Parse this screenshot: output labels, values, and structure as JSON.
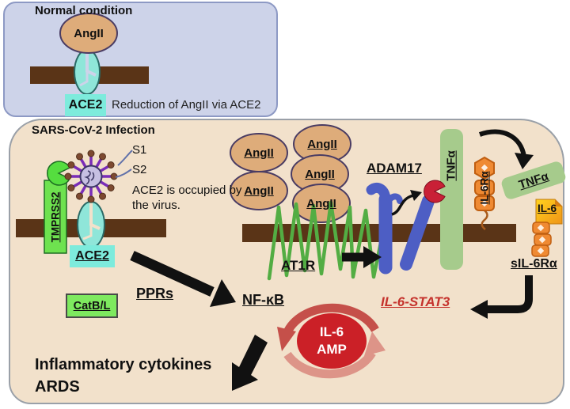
{
  "normal_panel": {
    "title": "Normal condition",
    "angii_label": "AngII",
    "ace2_label": "ACE2",
    "caption": "Reduction of AngII via ACE2"
  },
  "infection_panel": {
    "title": "SARS-CoV-2 Infection",
    "s1_label": "S1",
    "s2_label": "S2",
    "occupied_note": "ACE2 is occupied by the virus.",
    "tmprss2_label": "TMPRSS2",
    "ace2_label": "ACE2",
    "catbl_label": "CatB/L",
    "pprs_label": "PPRs",
    "nfkb_label": "NF-κB",
    "angii_ovals": [
      "AngII",
      "AngII",
      "AngII",
      "AngII",
      "AngII"
    ],
    "at1r_label": "AT1R",
    "adam17_label": "ADAM17",
    "tnfa_membrane_label": "TNFα",
    "tnfa_released_label": "TNFα",
    "il6ra_label": "IL-6Rα",
    "il6_label": "IL-6",
    "sil6ra_label": "sIL-6Rα",
    "il6_stat3_label": "IL-6-STAT3",
    "il6_amp_line1": "IL-6",
    "il6_amp_line2": "AMP",
    "outcome_line1": "Inflammatory cytokines",
    "outcome_line2": "ARDS"
  },
  "colors": {
    "normal_panel_bg": "#cdd3e9",
    "infection_panel_bg": "#f2e1cb",
    "membrane_brown": "#5a3417",
    "angii_oval_tan": "#deac7a",
    "ace2_receptor_teal": "#8fe6d9",
    "ace2_tag_cyan": "#7debdc",
    "tmprss2_green": "#6ee24f",
    "catbl_green": "#7ee95f",
    "adam17_blue": "#4d5ec4",
    "adam17_head_red": "#c92036",
    "tnfa_green": "#a6cb8c",
    "il6ra_orange": "#ef8a33",
    "il6_yellow": "#ffd21e",
    "il6_amp_red": "#cb2027",
    "cycle_arrow_dark": "#c5504a",
    "cycle_arrow_light": "#dd9488",
    "at1r_green": "#53ad43",
    "stat3_text_red": "#c5322c",
    "virus_spike_purple": "#7a2db8"
  }
}
